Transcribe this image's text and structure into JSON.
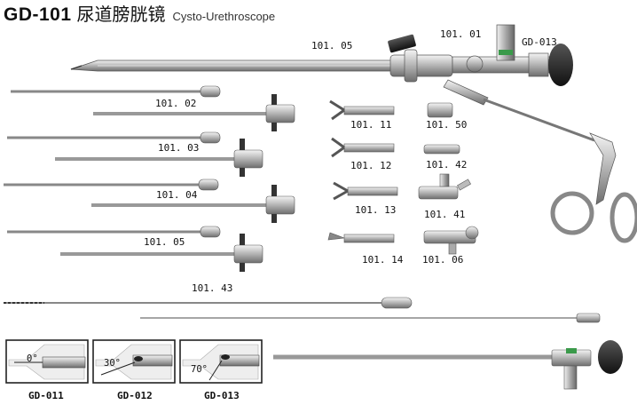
{
  "header": {
    "model": "GD-101",
    "name_cn": "尿道膀胱镜",
    "name_en": "Cysto-Urethroscope"
  },
  "labels": {
    "l_101_05_top": "101. 05",
    "l_101_01": "101. 01",
    "l_gd013_top": "GD-013",
    "l_101_02": "101. 02",
    "l_101_03": "101. 03",
    "l_101_04": "101. 04",
    "l_101_05": "101. 05",
    "l_101_11": "101. 11",
    "l_101_12": "101. 12",
    "l_101_13": "101. 13",
    "l_101_14": "101. 14",
    "l_101_50": "101. 50",
    "l_101_42": "101. 42",
    "l_101_41": "101. 41",
    "l_101_06": "101. 06",
    "l_101_43": "101. 43"
  },
  "optics": [
    {
      "code": "GD-011",
      "angle": "0°"
    },
    {
      "code": "GD-012",
      "angle": "30°"
    },
    {
      "code": "GD-013",
      "angle": "70°"
    }
  ]
}
